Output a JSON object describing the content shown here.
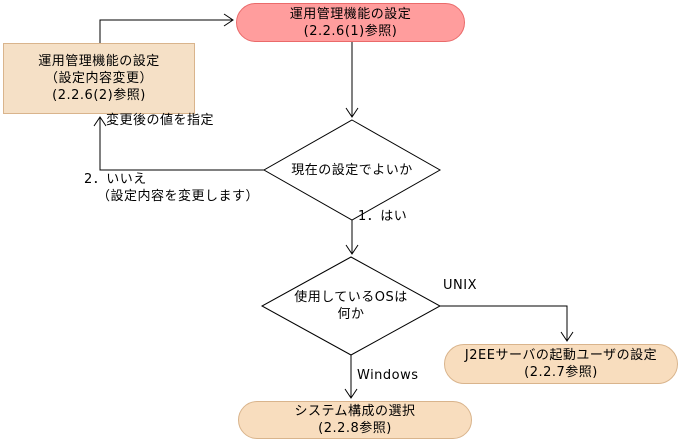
{
  "nodes": {
    "operation_settings": {
      "line1": "運用管理機能の設定",
      "line2": "(2.2.6(1)参照)"
    },
    "operation_settings_change": {
      "line1": "運用管理機能の設定",
      "line2": "（設定内容変更）",
      "line3": "(2.2.6(2)参照)"
    },
    "current_setting_ok": {
      "label": "現在の設定でよいか"
    },
    "which_os": {
      "line1": "使用しているOSは",
      "line2": "何か"
    },
    "j2ee_user": {
      "line1": "J2EEサーバの起動ユーザの設定",
      "line2": "(2.2.7参照)"
    },
    "system_config": {
      "line1": "システム構成の選択",
      "line2": "(2.2.8参照)"
    }
  },
  "edge_labels": {
    "specify_changed_value": "変更後の値を指定",
    "no": "2．いいえ",
    "no_note": "（設定内容を変更します）",
    "yes": "1．はい",
    "unix": "UNIX",
    "windows": "Windows"
  },
  "colors": {
    "highlight_node_fill": "#ff9d9d",
    "highlight_node_border": "#ea6a6a",
    "plain_node_fill": "#f8ddbe",
    "rect_node_fill": "#f5e0c6",
    "node_border": "#d9b48c",
    "diamond_fill": "#ffffff",
    "line": "#000000"
  }
}
